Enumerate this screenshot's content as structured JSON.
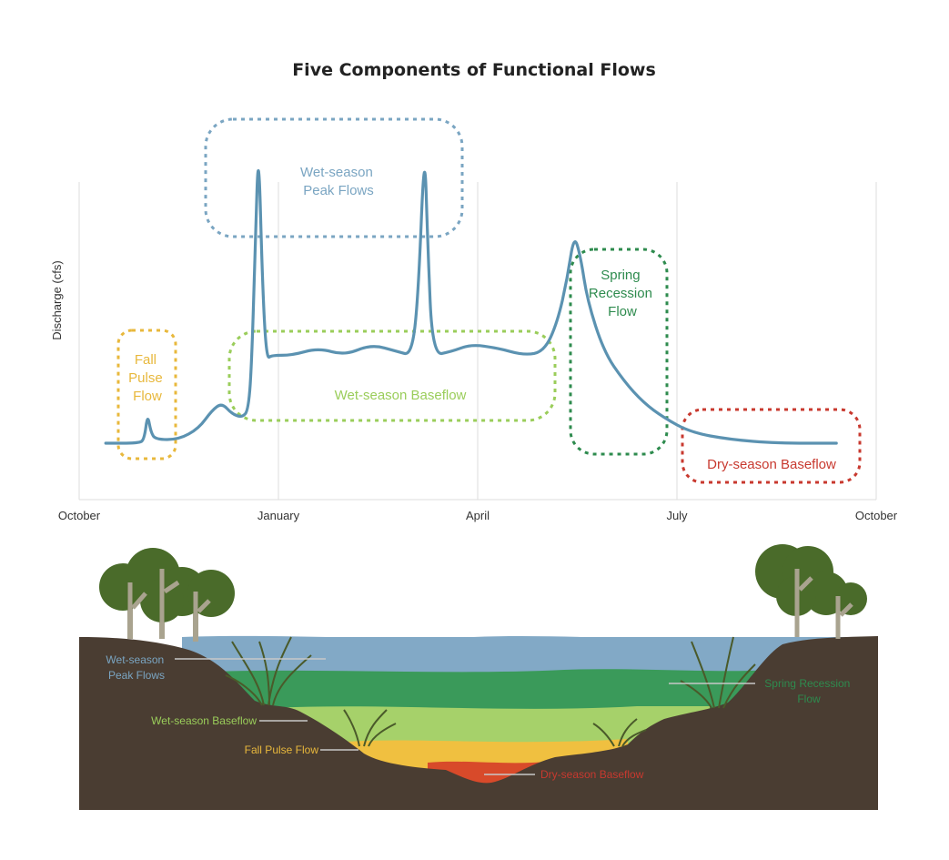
{
  "title": "Five Components of Functional Flows",
  "colors": {
    "hydrograph": "#5b92b1",
    "peak": "#7aa5c2",
    "baseflow": "#9acd5a",
    "fall_pulse": "#e8b83c",
    "spring": "#2e8b4e",
    "dry": "#c8392f",
    "grid": "#dddddd",
    "ground": "#4a3d32",
    "water_peak": "#82a9c6",
    "water_spring": "#3a9a5a",
    "water_base": "#a6d16a",
    "water_pulse": "#f0c040",
    "water_dry": "#d84a2a",
    "tree_leaf": "#4a6b2a",
    "tree_trunk": "#a9a38f",
    "grass": "#4a5a2a"
  },
  "chart_data": {
    "type": "line",
    "title": "Five Components of Functional Flows",
    "ylabel": "Discharge (cfs)",
    "xlabel": "",
    "x_ticks": [
      "October",
      "January",
      "April",
      "July",
      "October"
    ],
    "x_range": [
      0,
      12
    ],
    "y_range": [
      0,
      100
    ],
    "grid": "vertical",
    "series": [
      {
        "values": [
          [
            0.4,
            17
          ],
          [
            0.9,
            17
          ],
          [
            0.98,
            18
          ],
          [
            1.03,
            25
          ],
          [
            1.08,
            20
          ],
          [
            1.15,
            18
          ],
          [
            1.5,
            18
          ],
          [
            1.8,
            21
          ],
          [
            2.0,
            26
          ],
          [
            2.15,
            28
          ],
          [
            2.3,
            25
          ],
          [
            2.45,
            24
          ],
          [
            2.55,
            26
          ],
          [
            2.6,
            40
          ],
          [
            2.65,
            70
          ],
          [
            2.7,
            100
          ],
          [
            2.76,
            60
          ],
          [
            2.82,
            40
          ],
          [
            2.9,
            41
          ],
          [
            3.2,
            41
          ],
          [
            3.6,
            43
          ],
          [
            4.0,
            41
          ],
          [
            4.4,
            44
          ],
          [
            4.8,
            42
          ],
          [
            5.0,
            41
          ],
          [
            5.1,
            55
          ],
          [
            5.2,
            100
          ],
          [
            5.25,
            70
          ],
          [
            5.32,
            41
          ],
          [
            5.6,
            42
          ],
          [
            5.9,
            44
          ],
          [
            6.3,
            43
          ],
          [
            6.7,
            41
          ],
          [
            7.0,
            42
          ],
          [
            7.2,
            50
          ],
          [
            7.35,
            62
          ],
          [
            7.45,
            74
          ],
          [
            7.55,
            68
          ],
          [
            7.65,
            56
          ],
          [
            7.9,
            42
          ],
          [
            8.2,
            34
          ],
          [
            8.5,
            28
          ],
          [
            8.8,
            24
          ],
          [
            9.2,
            20
          ],
          [
            9.8,
            18
          ],
          [
            10.5,
            17
          ],
          [
            11.4,
            17
          ]
        ]
      }
    ],
    "annotations": [
      {
        "label_lines": [
          "Wet-season",
          "Peak Flows"
        ],
        "component": "peak"
      },
      {
        "label_lines": [
          "Fall",
          "Pulse",
          "Flow"
        ],
        "component": "fall_pulse"
      },
      {
        "label_lines": [
          "Wet-season Baseflow"
        ],
        "component": "baseflow"
      },
      {
        "label_lines": [
          "Spring",
          "Recession",
          "Flow"
        ],
        "component": "spring"
      },
      {
        "label_lines": [
          "Dry-season Baseflow"
        ],
        "component": "dry"
      }
    ]
  },
  "cross_section": {
    "labels": [
      {
        "lines": [
          "Wet-season",
          "Peak Flows"
        ],
        "component": "peak"
      },
      {
        "lines": [
          "Wet-season Baseflow"
        ],
        "component": "baseflow"
      },
      {
        "lines": [
          "Fall Pulse Flow"
        ],
        "component": "fall_pulse"
      },
      {
        "lines": [
          "Dry-season Baseflow"
        ],
        "component": "dry"
      },
      {
        "lines": [
          "Spring Recession",
          "Flow"
        ],
        "component": "spring"
      }
    ]
  }
}
